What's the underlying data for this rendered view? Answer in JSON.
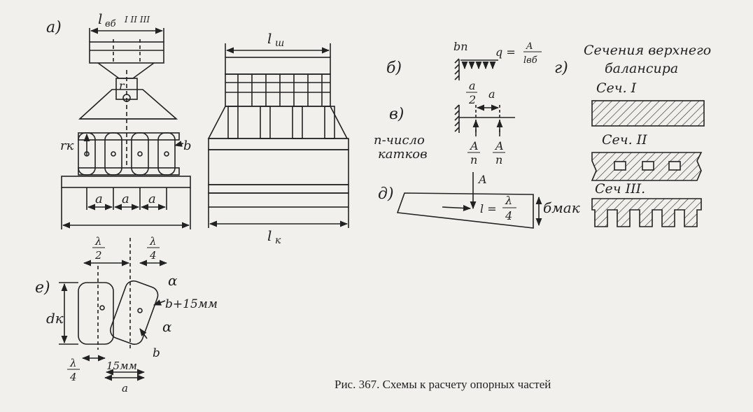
{
  "caption": "Рис. 367. Схемы к расчету опорных частей",
  "labels": {
    "fig_a": "а)",
    "fig_b": "б)",
    "fig_v": "в)",
    "fig_g": "г)",
    "fig_d": "д)",
    "fig_e": "е)",
    "l_vb": "l",
    "l_vb_sub": "вб",
    "sec_marks": "I II III",
    "l_sh": "l",
    "l_sh_sub": "ш",
    "l_k": "l",
    "l_k_sub": "к",
    "r_k": "rк",
    "b": "b",
    "r": "r",
    "a": "a",
    "bn": "bп",
    "q_eq": "q =",
    "q_num": "A",
    "q_den": "lвб",
    "a_half_num": "a",
    "a_half_den": "2",
    "n_number_1": "n-число",
    "n_number_2": "катков",
    "A_over_n_num": "A",
    "A_over_n_den": "n",
    "A": "A",
    "tau_eq": "l =",
    "lambda": "λ",
    "four": "4",
    "sigma_max": "бмак",
    "sections_title_1": "Сечения верхнего",
    "sections_title_2": "балансира",
    "sec1": "Сеч. I",
    "sec2": "Сеч. II",
    "sec3": "Сеч III.",
    "two": "2",
    "alpha": "α",
    "b_plus": "b+15мм",
    "d_k": "dк",
    "mm15": "15мм"
  }
}
